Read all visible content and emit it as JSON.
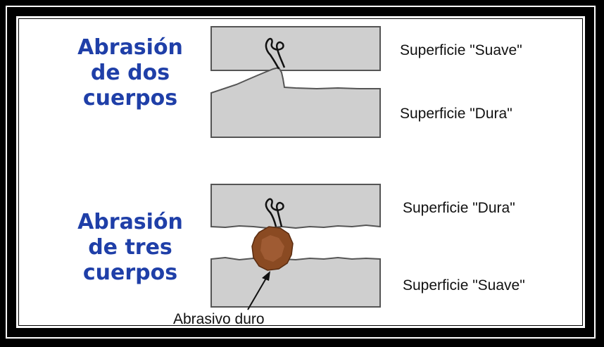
{
  "two_body": {
    "title_lines": [
      "Abrasión",
      "de dos",
      "cuerpos"
    ],
    "top_label": "Superficie \"Suave\"",
    "bottom_label": "Superficie \"Dura\""
  },
  "three_body": {
    "title_lines": [
      "Abrasión",
      "de tres",
      "cuerpos"
    ],
    "top_label": "Superficie \"Dura\"",
    "bottom_label": "Superficie \"Suave\"",
    "particle_label": "Abrasivo duro"
  },
  "colors": {
    "title": "#1f3fa8",
    "block_fill": "#cfcfcf",
    "particle": "#8a4a22",
    "frame": "#000000"
  }
}
